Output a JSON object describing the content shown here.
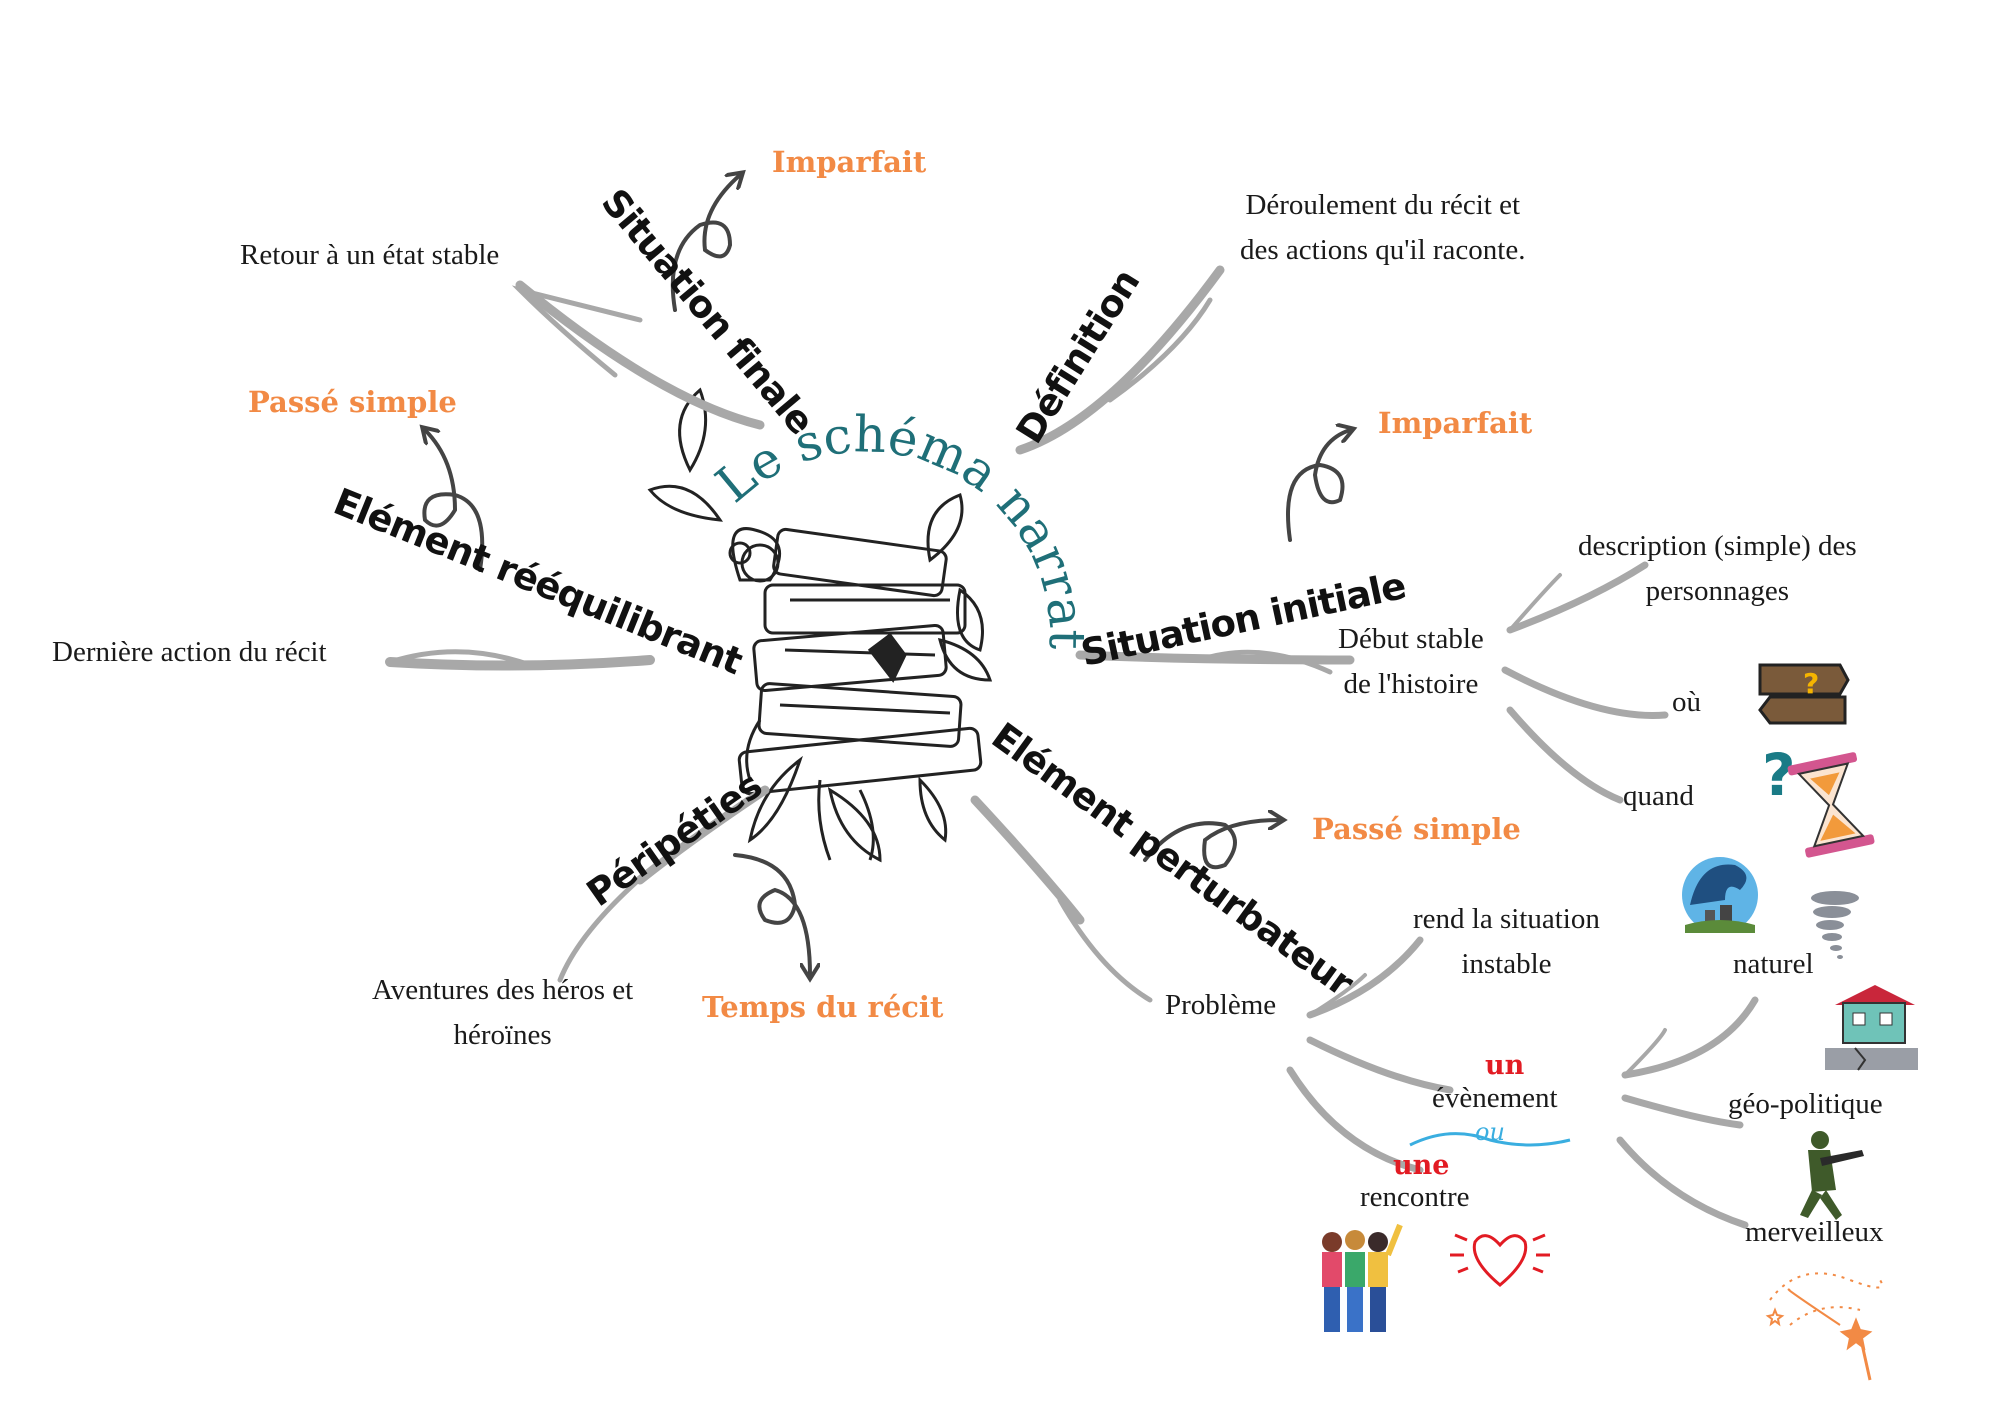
{
  "title": "Le schéma narratif",
  "colors": {
    "title": "#1f6f78",
    "tense": "#f28a45",
    "branch": "#a8a8a8",
    "arrow": "#444444",
    "accent_red": "#e21b23",
    "ou": "#3aaee0"
  },
  "branches": {
    "definition": {
      "label": "Définition",
      "desc": [
        "Déroulement du récit et",
        "des actions qu'il raconte."
      ]
    },
    "situation_initiale": {
      "label": "Situation initiale",
      "tense": "Imparfait",
      "desc": [
        "Début stable",
        "de l'histoire"
      ],
      "sub": {
        "description": [
          "description (simple) des",
          "personnages"
        ],
        "ou": "où",
        "quand": "quand"
      }
    },
    "element_perturbateur": {
      "label": "Elément perturbateur",
      "tense": "Passé simple",
      "desc": "Problème",
      "sub": {
        "instable": [
          "rend la situation",
          "instable"
        ],
        "un": "un",
        "evenement": "évènement",
        "ou_word": "ou",
        "une": "une",
        "rencontre": "rencontre",
        "types": {
          "naturel": "naturel",
          "geo": "géo-politique",
          "merveilleux": "merveilleux"
        }
      }
    },
    "peripeties": {
      "label": "Péripéties",
      "tense": "Temps du récit",
      "desc": [
        "Aventures des héros et",
        "héroïnes"
      ]
    },
    "element_reequilibrant": {
      "label": "Elément rééquilibrant",
      "tense": "Passé simple",
      "desc": "Dernière action du récit"
    },
    "situation_finale": {
      "label": "Situation finale",
      "tense": "Imparfait",
      "desc": "Retour à un état stable"
    }
  },
  "icons": [
    "books-icon",
    "signpost-question-icon",
    "hourglass-question-icon",
    "tsunami-icon",
    "tornado-icon",
    "earthquake-house-icon",
    "soldier-icon",
    "friends-icon",
    "heart-icon",
    "magic-wand-icon"
  ]
}
